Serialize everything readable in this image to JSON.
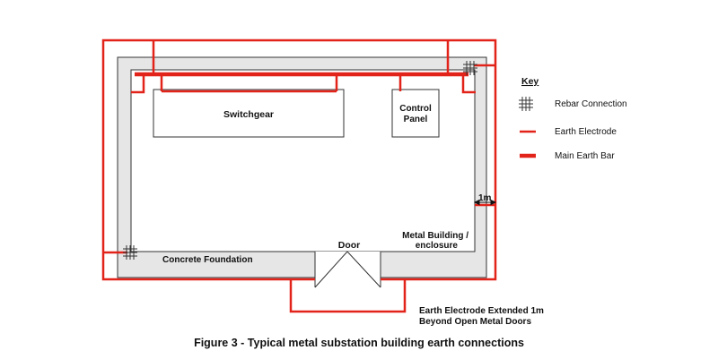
{
  "labels": {
    "switchgear": "Switchgear",
    "control_panel_line1": "Control",
    "control_panel_line2": "Panel",
    "door": "Door",
    "metal_building_line1": "Metal Building /",
    "metal_building_line2": "enclosure",
    "concrete_foundation": "Concrete Foundation",
    "dimension": "1m",
    "extension_line1": "Earth Electrode Extended 1m",
    "extension_line2": "Beyond Open Metal Doors"
  },
  "key": {
    "title": "Key",
    "items": [
      {
        "symbol": "rebar-connection",
        "label": "Rebar Connection"
      },
      {
        "symbol": "earth-electrode",
        "label": "Earth Electrode"
      },
      {
        "symbol": "main-earth-bar",
        "label": "Main Earth Bar"
      }
    ]
  },
  "caption": "Figure 3 - Typical metal substation building earth connections",
  "colors": {
    "earth": "#e2231a",
    "outline": "#333333",
    "foundation_fill": "#e6e6e6",
    "interior_fill": "#ffffff"
  }
}
